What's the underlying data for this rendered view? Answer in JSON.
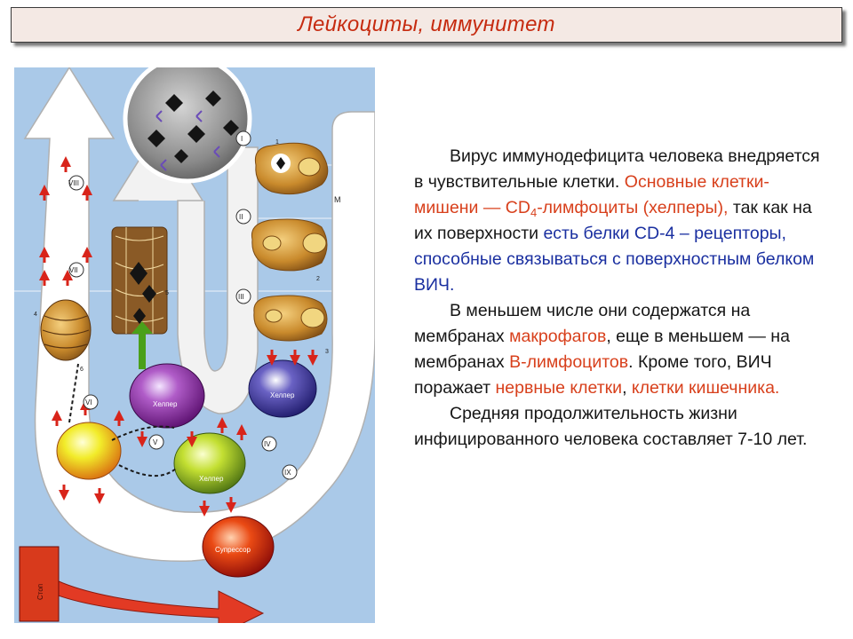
{
  "slide": {
    "title": "Лейкоциты, иммунитет"
  },
  "figure": {
    "cell_labels": {
      "helper_right": "Хелпер",
      "helper_purple": "Хелпер",
      "helper_green": "Хелпер",
      "suppressor": "Супрессор",
      "stop": "Стоп"
    },
    "stage_numerals": [
      "I",
      "II",
      "III",
      "IV",
      "V",
      "VI",
      "VII",
      "VIII",
      "IX"
    ],
    "marker_letter": "М",
    "small_numbers": [
      "1",
      "2",
      "3",
      "4",
      "5",
      "6"
    ]
  },
  "text": {
    "p1_a": "Вирус иммунодефицита человека внедряется в чувствительные клетки. ",
    "p1_b": "Основные клетки-мишени — CD",
    "p1_b_sub": "4",
    "p1_c": "-лимфоциты (хелперы),",
    "p1_d": " так как на их поверхности ",
    "p1_e": "есть белки CD-4 – рецепторы, способные связываться с поверхностным белком ВИЧ.",
    "p2_a": "В меньшем числе они содержатся на мембранах ",
    "p2_b": "макрофагов",
    "p2_c": ", еще в меньшем — на мембранах ",
    "p2_d": "В-лимфоцитов",
    "p2_e": ". Кроме того, ВИЧ поражает ",
    "p2_f": "нервные клетки",
    "p2_g": ", ",
    "p2_h": "клетки кишечника.",
    "p3": "Средняя продолжительность жизни инфицированного человека составляет 7-10 лет."
  }
}
